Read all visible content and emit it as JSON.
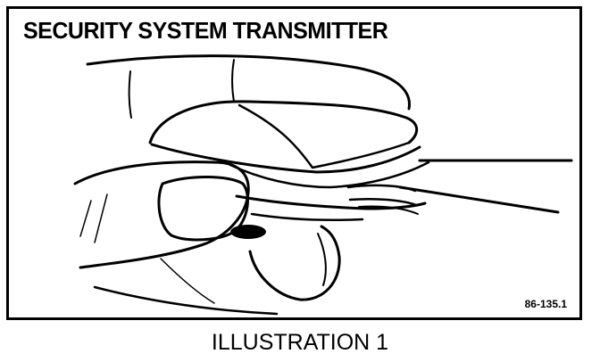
{
  "figure": {
    "title": "SECURITY SYSTEM TRANSMITTER",
    "code": "86-135.1",
    "caption": "ILLUSTRATION 1"
  }
}
